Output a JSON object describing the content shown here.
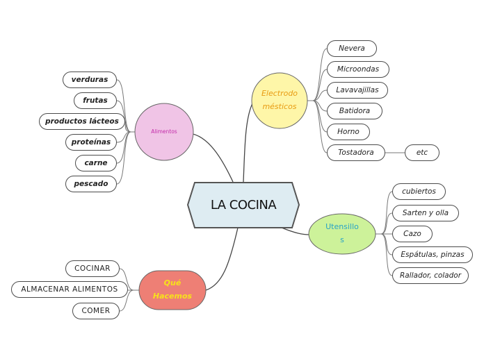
{
  "central": {
    "label": "LA COCINA",
    "fill": "#deecf2"
  },
  "electrodomesticos": {
    "label": "Electrodo\nmésticos",
    "fill": "#fef6a8",
    "text_color": "#e89b12",
    "children": [
      "Nevera",
      "Microondas",
      "Lavavajillas",
      "Batidora",
      "Horno",
      "Tostadora"
    ],
    "tostadora_child": "etc"
  },
  "utensilios": {
    "label": "Utensillo\ns",
    "fill": "#cdf29a",
    "text_color": "#27a3c6",
    "children": [
      "cubiertos",
      "Sarten y olla",
      "Cazo",
      "Espátulas, pinzas",
      "Rallador, colador"
    ]
  },
  "alimentos": {
    "label": "Alimentos",
    "fill": "#f0c4e6",
    "text_color": "#c32ba9",
    "children": [
      "verduras",
      "frutas",
      "productos lácteos",
      "proteínas",
      "carne",
      "pescado"
    ]
  },
  "que_hacemos": {
    "label": "Qué\nHacemos",
    "fill": "#ee7f75",
    "text_color": "#f7e21a",
    "children": [
      "COCINAR",
      "ALMACENAR ALIMENTOS",
      "COMER"
    ]
  }
}
